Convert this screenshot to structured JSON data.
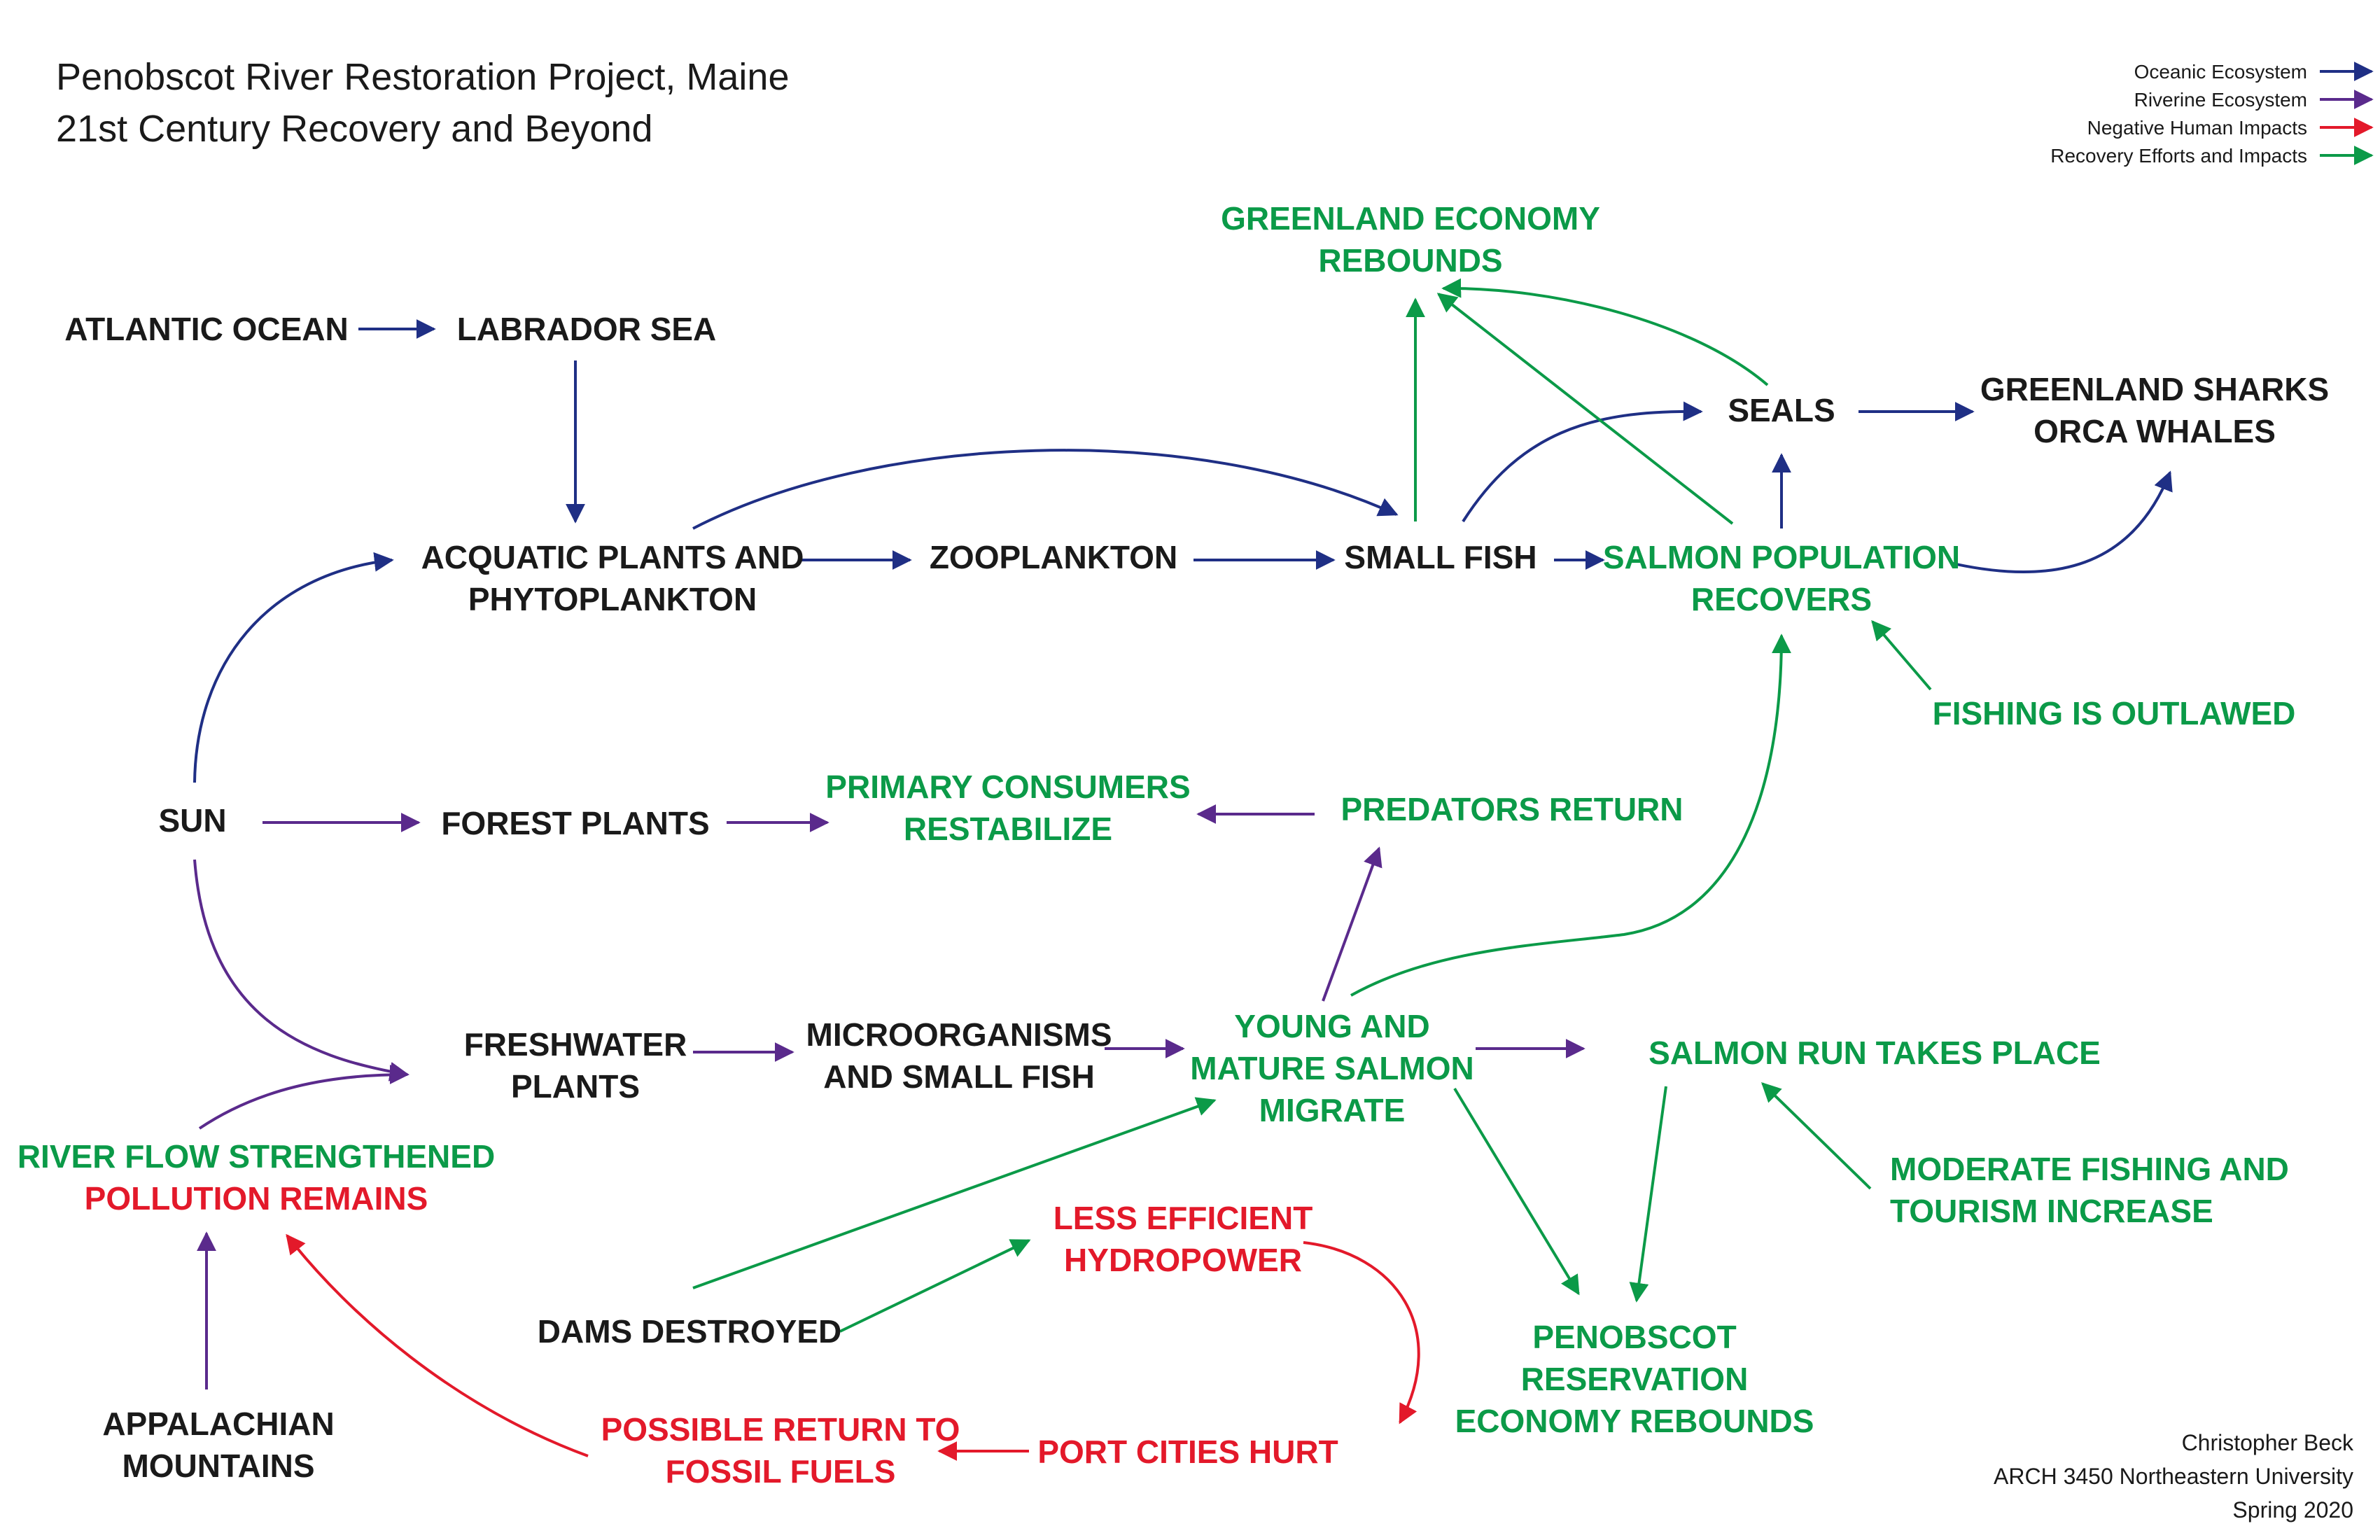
{
  "title": [
    "Penobscot River Restoration Project, Maine",
    "21st Century Recovery and Beyond"
  ],
  "colors": {
    "black": "#1a1a1a",
    "green": "#0b9a48",
    "red": "#e3192a",
    "oceanic": "#1f2f85",
    "riverine": "#5a2a8c",
    "negative": "#e3192a",
    "recovery": "#0b9a48"
  },
  "legend": [
    {
      "label": "Oceanic Ecosystem",
      "color": "oceanic"
    },
    {
      "label": "Riverine Ecosystem",
      "color": "riverine"
    },
    {
      "label": "Negative Human Impacts",
      "color": "negative"
    },
    {
      "label": "Recovery Efforts and Impacts",
      "color": "recovery"
    }
  ],
  "credits": [
    "Christopher Beck",
    "ARCH 3450 Northeastern University",
    "Spring 2020"
  ],
  "nodes": [
    {
      "id": "atlantic",
      "lines": [
        "ATLANTIC OCEAN"
      ],
      "color": "black"
    },
    {
      "id": "labrador",
      "lines": [
        "LABRADOR SEA"
      ],
      "color": "black"
    },
    {
      "id": "greenland-economy",
      "lines": [
        "GREENLAND ECONOMY",
        "REBOUNDS"
      ],
      "color": "green"
    },
    {
      "id": "seals",
      "lines": [
        "SEALS"
      ],
      "color": "black"
    },
    {
      "id": "sharks",
      "lines": [
        "GREENLAND SHARKS",
        "ORCA WHALES"
      ],
      "color": "black"
    },
    {
      "id": "aquatic",
      "lines": [
        "ACQUATIC PLANTS AND",
        "PHYTOPLANKTON"
      ],
      "color": "black"
    },
    {
      "id": "zooplankton",
      "lines": [
        "ZOOPLANKTON"
      ],
      "color": "black"
    },
    {
      "id": "small-fish",
      "lines": [
        "SMALL FISH"
      ],
      "color": "black"
    },
    {
      "id": "salmon-pop",
      "lines": [
        "SALMON POPULATION",
        "RECOVERS"
      ],
      "color": "green"
    },
    {
      "id": "fishing-outlawed",
      "lines": [
        "FISHING IS OUTLAWED"
      ],
      "color": "green"
    },
    {
      "id": "sun",
      "lines": [
        "SUN"
      ],
      "color": "black"
    },
    {
      "id": "forest",
      "lines": [
        "FOREST PLANTS"
      ],
      "color": "black"
    },
    {
      "id": "primary",
      "lines": [
        "PRIMARY CONSUMERS",
        "RESTABILIZE"
      ],
      "color": "green"
    },
    {
      "id": "predators",
      "lines": [
        "PREDATORS RETURN"
      ],
      "color": "green"
    },
    {
      "id": "freshwater",
      "lines": [
        "FRESHWATER",
        "PLANTS"
      ],
      "color": "black"
    },
    {
      "id": "micro",
      "lines": [
        "MICROORGANISMS",
        "AND SMALL FISH"
      ],
      "color": "black"
    },
    {
      "id": "young-salmon",
      "lines": [
        "YOUNG AND",
        "MATURE SALMON",
        "MIGRATE"
      ],
      "color": "green"
    },
    {
      "id": "salmon-run",
      "lines": [
        "SALMON RUN TAKES PLACE"
      ],
      "color": "green"
    },
    {
      "id": "river-flow",
      "lines": [
        "RIVER FLOW STRENGTHENED"
      ],
      "color": "green"
    },
    {
      "id": "pollution",
      "lines": [
        "POLLUTION REMAINS"
      ],
      "color": "red"
    },
    {
      "id": "moderate",
      "lines": [
        "MODERATE FISHING AND",
        "TOURISM INCREASE"
      ],
      "color": "green"
    },
    {
      "id": "less-efficient",
      "lines": [
        "LESS EFFICIENT",
        "HYDROPOWER"
      ],
      "color": "red"
    },
    {
      "id": "dams",
      "lines": [
        "DAMS DESTROYED"
      ],
      "color": "black"
    },
    {
      "id": "penobscot",
      "lines": [
        "PENOBSCOT",
        "RESERVATION",
        "ECONOMY REBOUNDS"
      ],
      "color": "green"
    },
    {
      "id": "appalachian",
      "lines": [
        "APPALACHIAN",
        "MOUNTAINS"
      ],
      "color": "black"
    },
    {
      "id": "fossil",
      "lines": [
        "POSSIBLE RETURN TO",
        "FOSSIL FUELS"
      ],
      "color": "red"
    },
    {
      "id": "port-cities",
      "lines": [
        "PORT CITIES HURT"
      ],
      "color": "red"
    }
  ],
  "edges": [
    {
      "id": "atlantic-labrador",
      "from": "atlantic",
      "to": "labrador",
      "type": "oceanic"
    },
    {
      "id": "labrador-aquatic",
      "from": "labrador",
      "to": "aquatic",
      "type": "oceanic"
    },
    {
      "id": "aquatic-zooplankton",
      "from": "aquatic",
      "to": "zooplankton",
      "type": "oceanic"
    },
    {
      "id": "aquatic-smallfish",
      "from": "aquatic",
      "to": "small-fish",
      "type": "oceanic"
    },
    {
      "id": "zooplankton-smallfish",
      "from": "zooplankton",
      "to": "small-fish",
      "type": "oceanic"
    },
    {
      "id": "smallfish-salmon",
      "from": "small-fish",
      "to": "salmon-pop",
      "type": "oceanic"
    },
    {
      "id": "smallfish-seals",
      "from": "small-fish",
      "to": "seals",
      "type": "oceanic"
    },
    {
      "id": "salmon-seals",
      "from": "salmon-pop",
      "to": "seals",
      "type": "oceanic"
    },
    {
      "id": "seals-sharks",
      "from": "seals",
      "to": "sharks",
      "type": "oceanic"
    },
    {
      "id": "salmon-sharks",
      "from": "salmon-pop",
      "to": "sharks",
      "type": "oceanic"
    },
    {
      "id": "sun-aquatic",
      "from": "sun",
      "to": "aquatic",
      "type": "oceanic"
    },
    {
      "id": "sun-forest",
      "from": "sun",
      "to": "forest",
      "type": "riverine"
    },
    {
      "id": "forest-primary",
      "from": "forest",
      "to": "primary",
      "type": "riverine"
    },
    {
      "id": "predators-primary",
      "from": "predators",
      "to": "primary",
      "type": "riverine"
    },
    {
      "id": "sun-freshwater",
      "from": "sun",
      "to": "freshwater",
      "type": "riverine"
    },
    {
      "id": "river-freshwater",
      "from": "river-flow",
      "to": "freshwater",
      "type": "riverine"
    },
    {
      "id": "freshwater-micro",
      "from": "freshwater",
      "to": "micro",
      "type": "riverine"
    },
    {
      "id": "micro-young",
      "from": "micro",
      "to": "young-salmon",
      "type": "riverine"
    },
    {
      "id": "young-predators",
      "from": "young-salmon",
      "to": "predators",
      "type": "riverine"
    },
    {
      "id": "young-run",
      "from": "young-salmon",
      "to": "salmon-run",
      "type": "riverine"
    },
    {
      "id": "appalachian-river",
      "from": "appalachian",
      "to": "pollution",
      "type": "riverine"
    },
    {
      "id": "smallfish-greenland",
      "from": "small-fish",
      "to": "greenland-economy",
      "type": "recovery"
    },
    {
      "id": "salmon-greenland",
      "from": "salmon-pop",
      "to": "greenland-economy",
      "type": "recovery"
    },
    {
      "id": "seals-greenland",
      "from": "seals",
      "to": "greenland-economy",
      "type": "recovery"
    },
    {
      "id": "fishing-salmon",
      "from": "fishing-outlawed",
      "to": "salmon-pop",
      "type": "recovery"
    },
    {
      "id": "young-salmonpop",
      "from": "young-salmon",
      "to": "salmon-pop",
      "type": "recovery"
    },
    {
      "id": "young-penobscot",
      "from": "young-salmon",
      "to": "penobscot",
      "type": "recovery"
    },
    {
      "id": "run-penobscot",
      "from": "salmon-run",
      "to": "penobscot",
      "type": "recovery"
    },
    {
      "id": "moderate-run",
      "from": "moderate",
      "to": "salmon-run",
      "type": "recovery"
    },
    {
      "id": "dams-young",
      "from": "dams",
      "to": "young-salmon",
      "type": "recovery"
    },
    {
      "id": "dams-less",
      "from": "dams",
      "to": "less-efficient",
      "type": "recovery"
    },
    {
      "id": "less-port",
      "from": "less-efficient",
      "to": "port-cities",
      "type": "negative"
    },
    {
      "id": "port-fossil",
      "from": "port-cities",
      "to": "fossil",
      "type": "negative"
    },
    {
      "id": "fossil-pollution",
      "from": "fossil",
      "to": "pollution",
      "type": "negative"
    }
  ]
}
